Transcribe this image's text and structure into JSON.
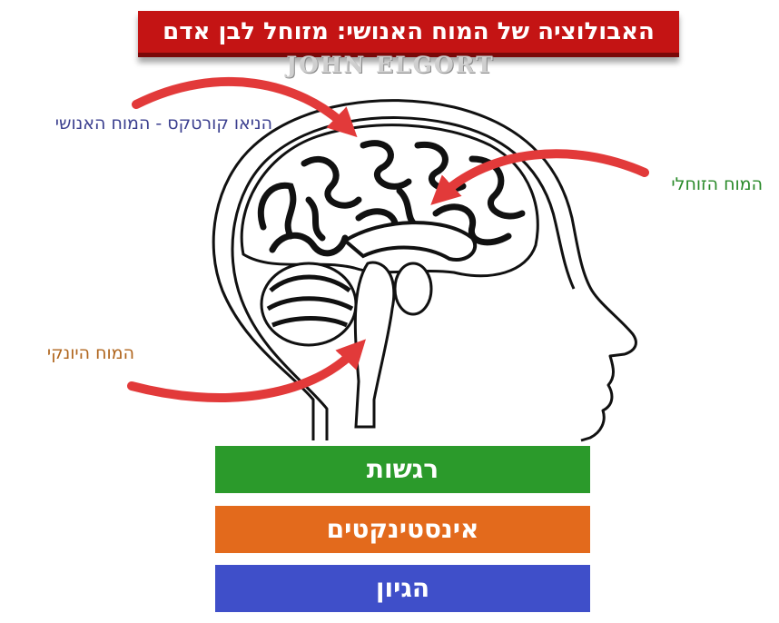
{
  "title": "האבולוציה של המוח האנושי: מזוחל לבן אדם",
  "watermark": "JOHN ELGORT",
  "labels": {
    "neocortex": "הניאו קורטקס - המוח האנושי",
    "limbic": "המוח הזוחלי",
    "reptilian": "המוח היונקי"
  },
  "boxes": {
    "emotions": "רגשות",
    "instincts": "אינסטינקטים",
    "logic": "הגיון"
  },
  "colors": {
    "title_bg": "#c41414",
    "arrow": "#e23a3a",
    "emotions": "#2b9a2b",
    "instincts": "#e36a1c",
    "logic": "#3f4fc9",
    "neocortex_label": "#3b3f8f",
    "limbic_label": "#2a8a2a",
    "reptilian_label": "#b0661e"
  }
}
